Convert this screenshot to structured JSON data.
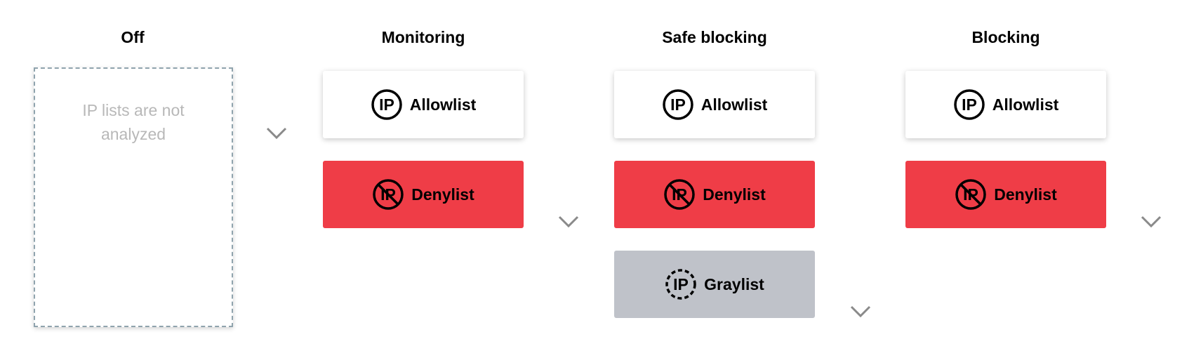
{
  "columns": [
    {
      "title": "Off",
      "note": "IP lists are not analyzed"
    },
    {
      "title": "Monitoring",
      "cards": [
        {
          "type": "allowlist",
          "label": "Allowlist",
          "icon": "ip-icon"
        },
        {
          "type": "denylist",
          "label": "Denylist",
          "icon": "ip-blocked-icon"
        }
      ]
    },
    {
      "title": "Safe blocking",
      "cards": [
        {
          "type": "allowlist",
          "label": "Allowlist",
          "icon": "ip-icon"
        },
        {
          "type": "denylist",
          "label": "Denylist",
          "icon": "ip-blocked-icon"
        },
        {
          "type": "graylist",
          "label": "Graylist",
          "icon": "ip-dashed-icon"
        }
      ]
    },
    {
      "title": "Blocking",
      "cards": [
        {
          "type": "allowlist",
          "label": "Allowlist",
          "icon": "ip-icon"
        },
        {
          "type": "denylist",
          "label": "Denylist",
          "icon": "ip-blocked-icon"
        }
      ]
    }
  ],
  "colors": {
    "allowlist": "#ffffff",
    "denylist": "#ef3d47",
    "graylist": "#bfc2c9",
    "off_text": "#b8b8b8",
    "off_border": "#8fa3ad"
  }
}
